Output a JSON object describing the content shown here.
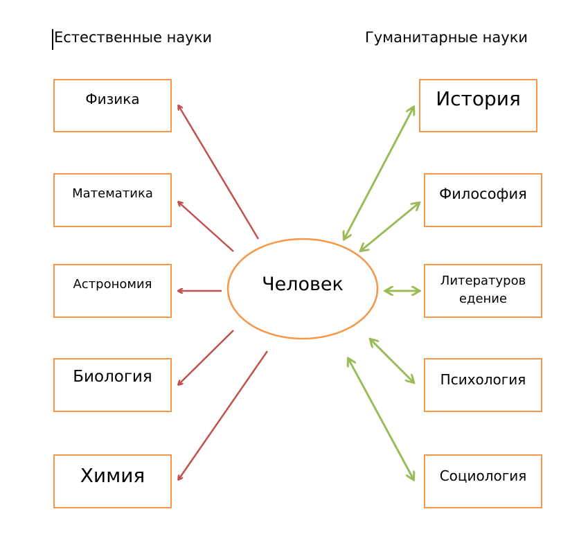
{
  "headers": {
    "left": "Естественные науки",
    "right": "Гуманитарные науки"
  },
  "center": {
    "label": "Человек"
  },
  "natural_sciences": [
    {
      "label": "Физика"
    },
    {
      "label": "Математика"
    },
    {
      "label": "Астрономия"
    },
    {
      "label": "Биология"
    },
    {
      "label": "Химия"
    }
  ],
  "humanities": [
    {
      "label": "История"
    },
    {
      "label": "Философия"
    },
    {
      "label": "Литературов",
      "label2": "едение"
    },
    {
      "label": "Психология"
    },
    {
      "label": "Социология"
    }
  ],
  "colors": {
    "box_border": "#F79646",
    "natural_arrow": "#C0504D",
    "humanities_arrow": "#9BBB59"
  }
}
